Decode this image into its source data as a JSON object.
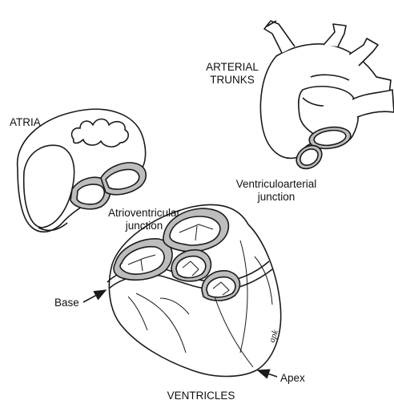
{
  "labels": {
    "arterial_trunks_line1": "ARTERIAL",
    "arterial_trunks_line2": "TRUNKS",
    "atria": "ATRIA",
    "ventriculoarterial_line1": "Ventriculoarterial",
    "ventriculoarterial_line2": "junction",
    "atrioventricular_line1": "Atrioventricular",
    "atrioventricular_line2": "junction",
    "base": "Base",
    "apex": "Apex",
    "ventricles": "VENTRICLES"
  },
  "signature": "apk",
  "colors": {
    "stroke": "#1a1a1a",
    "ring_fill": "#bdbdbd"
  }
}
